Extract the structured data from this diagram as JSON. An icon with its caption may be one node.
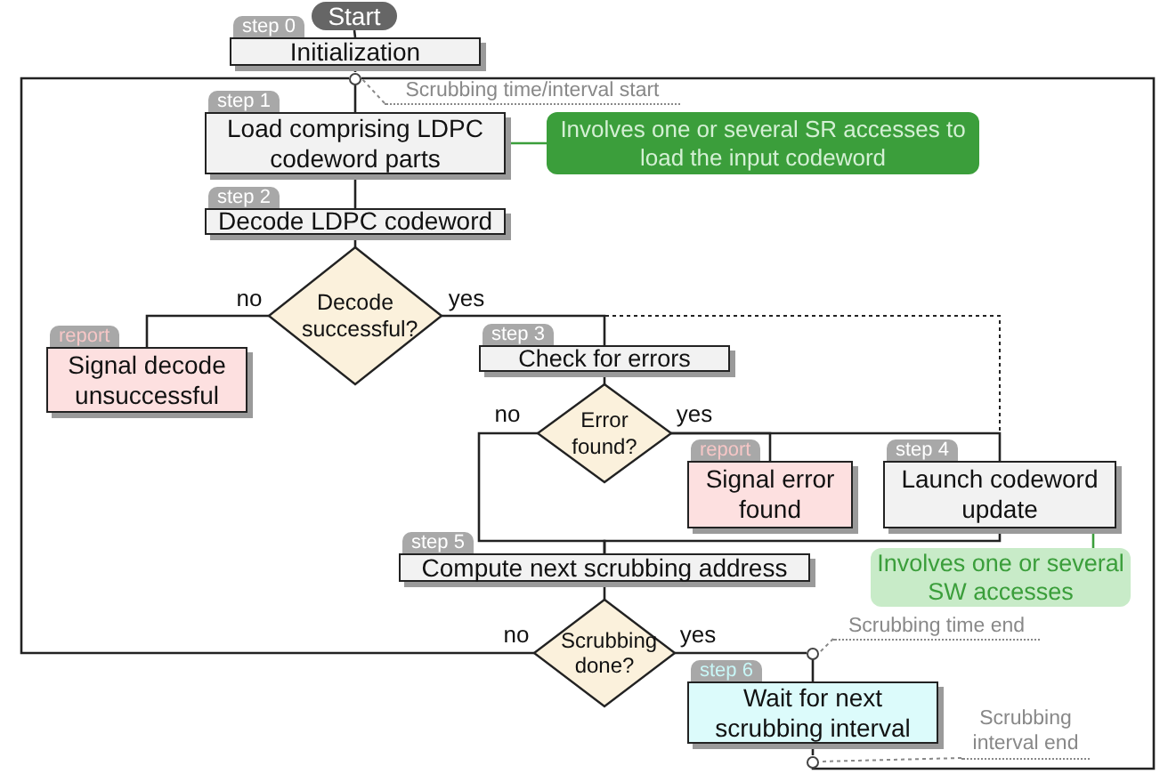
{
  "diagram": {
    "nodes": [
      {
        "text": [
          "Start"
        ]
      },
      {
        "text": [
          "Initialization"
        ],
        "beside": [
          "step 0"
        ]
      },
      {
        "text": [
          "Load comprising LDPC codeword parts"
        ],
        "beside": [
          "step 1"
        ]
      },
      {
        "text": [
          "Involves one or several SR accesses to load the input codeword"
        ]
      },
      {
        "text": [
          "Decode LDPC codeword"
        ],
        "beside": [
          "step 2"
        ]
      },
      {
        "text": [
          "Decode successful?"
        ]
      },
      {
        "text": [
          "Signal decode unsuccessful"
        ],
        "beside": [
          "report"
        ]
      },
      {
        "text": [
          "Check for errors"
        ],
        "beside": [
          "step 3"
        ]
      },
      {
        "text": [
          "Error found?"
        ]
      },
      {
        "text": [
          "Signal error found"
        ],
        "beside": [
          "report"
        ]
      },
      {
        "text": [
          "Launch codeword update"
        ],
        "beside": [
          "step 4"
        ]
      },
      {
        "text": [
          "Involves one or several SW accesses"
        ]
      },
      {
        "text": [
          "Compute next scrubbing address"
        ],
        "beside": [
          "step 5"
        ]
      },
      {
        "text": [
          "Scrubbing done?"
        ]
      },
      {
        "text": [
          "Wait for next scrubbing interval"
        ],
        "beside": [
          "step 6"
        ]
      },
      {
        "text": [
          "Scrubbing time/interval start"
        ]
      },
      {
        "text": [
          "Scrubbing time end"
        ]
      },
      {
        "text": [
          "Scrubbing interval end"
        ]
      },
      {
        "text": [],
        "shape": "circle"
      },
      {
        "text": [],
        "shape": "circle"
      },
      {
        "text": [],
        "shape": "circle"
      }
    ],
    "edges": [
      {
        "from": 0,
        "to": 1,
        "arrow": "none"
      },
      {
        "from": 1,
        "to": 18,
        "arrow": "none"
      },
      {
        "from": 18,
        "to": 2,
        "arrow": "none"
      },
      {
        "from": 2,
        "to": 3,
        "arrow": "none",
        "color": "#3b9e3b"
      },
      {
        "from": 2,
        "to": 4,
        "arrow": "none"
      },
      {
        "from": 4,
        "to": 5,
        "arrow": "none"
      },
      {
        "from": 5,
        "to": 6,
        "arrow": "none",
        "label": "no"
      },
      {
        "from": 5,
        "to": 7,
        "arrow": "none",
        "label": "yes"
      },
      {
        "from": 5,
        "to": 10,
        "arrow": "none",
        "style": "dashed"
      },
      {
        "from": 7,
        "to": 8,
        "arrow": "none"
      },
      {
        "from": 8,
        "to": 12,
        "arrow": "none",
        "label": "no"
      },
      {
        "from": 8,
        "to": 9,
        "arrow": "none",
        "label": "yes"
      },
      {
        "from": 8,
        "to": 10,
        "arrow": "none"
      },
      {
        "from": 10,
        "to": 12,
        "arrow": "none"
      },
      {
        "from": 10,
        "to": 11,
        "arrow": "none",
        "color": "#3b9e3b"
      },
      {
        "from": 12,
        "to": 13,
        "arrow": "none"
      },
      {
        "from": 13,
        "to": 18,
        "arrow": "none",
        "label": "no"
      },
      {
        "from": 13,
        "to": 19,
        "arrow": "none",
        "label": "yes"
      },
      {
        "from": 19,
        "to": 14,
        "arrow": "none"
      },
      {
        "from": 14,
        "to": 20,
        "arrow": "none"
      },
      {
        "from": 20,
        "to": 18,
        "arrow": "none"
      },
      {
        "from": 15,
        "to": 18,
        "arrow": "none",
        "style": "dashed",
        "color": "#888888"
      },
      {
        "from": 16,
        "to": 19,
        "arrow": "none",
        "style": "dashed",
        "color": "#888888"
      },
      {
        "from": 17,
        "to": 20,
        "arrow": "none",
        "style": "dashed",
        "color": "#888888"
      }
    ]
  }
}
